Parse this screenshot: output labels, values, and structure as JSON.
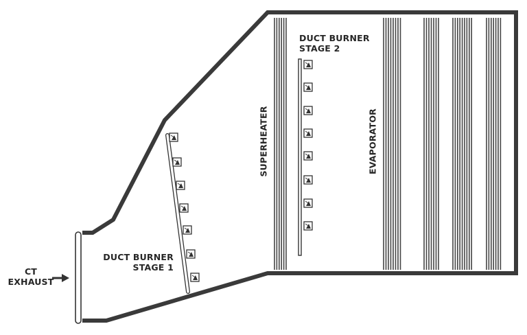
{
  "labels": {
    "ct_exhaust_line1": "CT",
    "ct_exhaust_line2": "EXHAUST",
    "superheater": "SUPERHEATER",
    "evaporator": "EVAPORATOR",
    "duct_burner_stage1_line1": "DUCT BURNER",
    "duct_burner_stage1_line2": "STAGE 1",
    "duct_burner_stage2_line1": "DUCT BURNER",
    "duct_burner_stage2_line2": "STAGE 2"
  },
  "colors": {
    "outline": "#3a3a3a",
    "text": "#262626",
    "background": "#ffffff"
  },
  "icons": {
    "burner": "duct-burner-icon",
    "arrow": "arrow-right-icon"
  }
}
